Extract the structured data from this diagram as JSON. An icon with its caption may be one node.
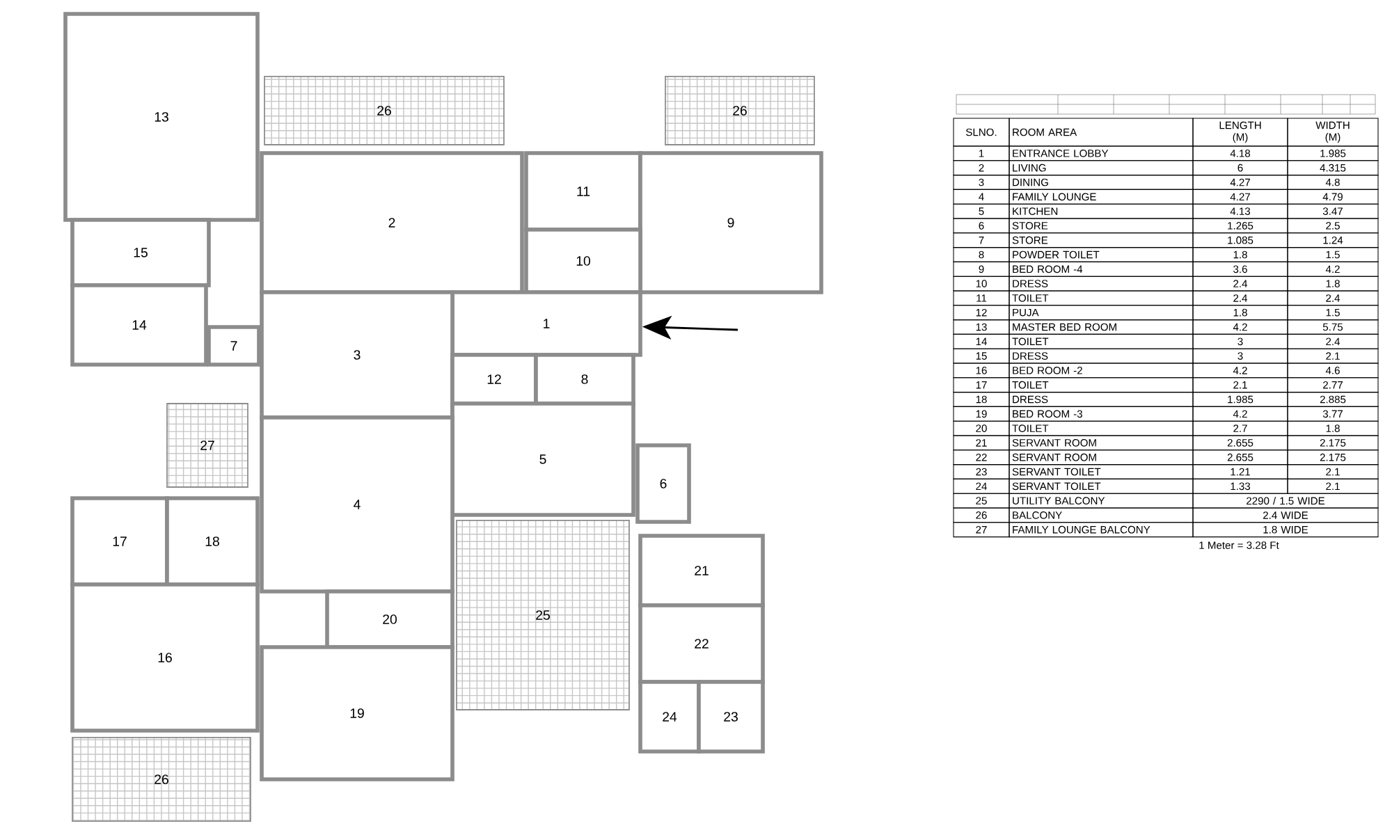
{
  "diagram": {
    "nodes": [
      {
        "text": [
          "13"
        ]
      },
      {
        "text": [
          "26"
        ]
      },
      {
        "text": [
          "26"
        ]
      },
      {
        "text": [
          "2"
        ]
      },
      {
        "text": [
          "11"
        ]
      },
      {
        "text": [
          "9"
        ]
      },
      {
        "text": [
          "15"
        ]
      },
      {
        "text": [
          "10"
        ]
      },
      {
        "text": [
          "14"
        ]
      },
      {
        "text": [
          "1"
        ]
      },
      {
        "text": [
          "3"
        ]
      },
      {
        "text": [
          "7"
        ]
      },
      {
        "text": [
          "12"
        ]
      },
      {
        "text": [
          "8"
        ]
      },
      {
        "text": [
          "27"
        ]
      },
      {
        "text": [
          "5"
        ]
      },
      {
        "text": [
          "6"
        ]
      },
      {
        "text": [
          "4"
        ]
      },
      {
        "text": [
          "17"
        ]
      },
      {
        "text": [
          "18"
        ]
      },
      {
        "text": [
          "21"
        ]
      },
      {
        "text": [
          "25"
        ]
      },
      {
        "text": [
          "20"
        ]
      },
      {
        "text": [
          "22"
        ]
      },
      {
        "text": [
          "16"
        ]
      },
      {
        "text": [
          "19"
        ]
      },
      {
        "text": [
          "24"
        ]
      },
      {
        "text": [
          "23"
        ]
      },
      {
        "text": [
          "26"
        ]
      }
    ],
    "edges": [
      {
        "from": null,
        "to": 9,
        "arrow": "to"
      }
    ],
    "labels": [
      "SLNO.",
      "ROOM AREA",
      "LENGTH (M)",
      "WIDTH (M)",
      "1",
      "ENTRANCE LOBBY",
      "4.18",
      "1.985",
      "2",
      "LIVING",
      "6",
      "4.315",
      "3",
      "DINING",
      "4.27",
      "4.8",
      "4",
      "FAMILY LOUNGE",
      "4.27",
      "4.79",
      "5",
      "KITCHEN",
      "4.13",
      "3.47",
      "6",
      "STORE",
      "1.265",
      "2.5",
      "7",
      "STORE",
      "1.085",
      "1.24",
      "8",
      "POWDER TOILET",
      "1.8",
      "1.5",
      "9",
      "BED ROOM -4",
      "3.6",
      "4.2",
      "10",
      "DRESS",
      "2.4",
      "1.8",
      "11",
      "TOILET",
      "2.4",
      "2.4",
      "12",
      "PUJA",
      "1.8",
      "1.5",
      "13",
      "MASTER BED ROOM",
      "4.2",
      "5.75",
      "14",
      "TOILET",
      "3",
      "2.4",
      "15",
      "DRESS",
      "3",
      "2.1",
      "16",
      "BED ROOM -2",
      "4.2",
      "4.6",
      "17",
      "TOILET",
      "2.1",
      "2.77",
      "18",
      "DRESS",
      "1.985",
      "2.885",
      "19",
      "BED ROOM -3",
      "4.2",
      "3.77",
      "20",
      "TOILET",
      "2.7",
      "1.8",
      "21",
      "SERVANT ROOM",
      "2.655",
      "2.175",
      "22",
      "SERVANT ROOM",
      "2.655",
      "2.175",
      "23",
      "SERVANT TOILET",
      "1.21",
      "2.1",
      "24",
      "SERVANT TOILET",
      "1.33",
      "2.1",
      "25",
      "UTILITY BALCONY",
      "2290 / 1.5 WIDE",
      "26",
      "BALCONY",
      "2.4 WIDE",
      "27",
      "FAMILY LOUNGE BALCONY",
      "1.8 WIDE",
      "1 Meter = 3.28 Ft"
    ]
  }
}
